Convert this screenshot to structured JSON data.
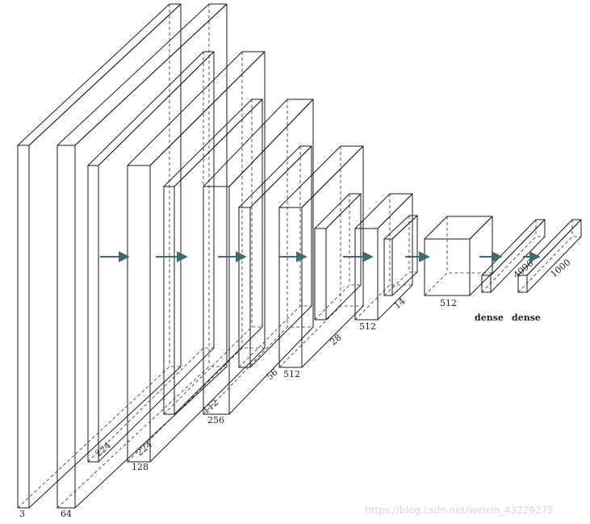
{
  "colors": {
    "conv": "#fde4b3",
    "relu_light": "#f3a35c",
    "relu": "#e04a2a",
    "pool": "#d8452b",
    "dense": "#8e2d8f",
    "arrow": "#3e6b73"
  },
  "labels": {
    "depth_3": "3",
    "depth_64": "64",
    "depth_128": "128",
    "depth_256": "256",
    "depth_512a": "512",
    "depth_512b": "512",
    "depth_512c": "512",
    "size_224a": "224",
    "size_224b": "224",
    "size_112": "112",
    "size_56": "56",
    "size_28": "28",
    "size_14": "14",
    "dense_4096": "4096",
    "dense_1000": "1000",
    "dense_a": "dense",
    "dense_b": "dense"
  },
  "watermark": "https://blog.csdn.net/weixin_43229275"
}
